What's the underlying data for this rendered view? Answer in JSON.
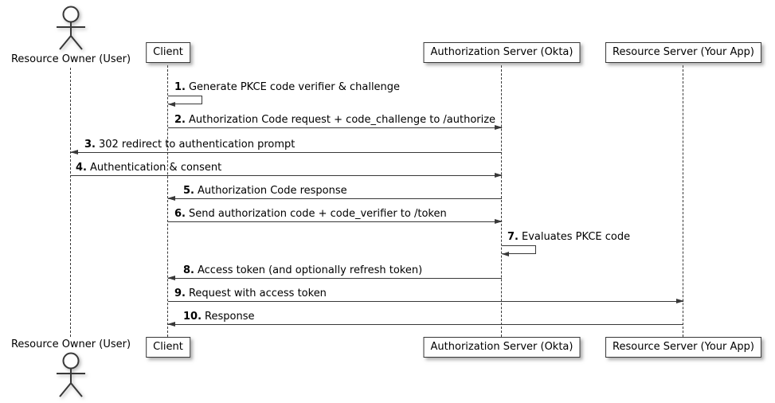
{
  "diagram": {
    "type": "sequence",
    "actor": {
      "label": "Resource Owner (User)"
    },
    "participants": [
      {
        "label": "Client"
      },
      {
        "label": "Authorization Server (Okta)"
      },
      {
        "label": "Resource Server (Your App)"
      }
    ],
    "messages": [
      {
        "num": "1.",
        "text": "Generate PKCE code verifier & challenge",
        "from": "Client",
        "to": "Client",
        "kind": "self"
      },
      {
        "num": "2.",
        "text": "Authorization Code request + code_challenge to /authorize",
        "from": "Client",
        "to": "Authorization Server (Okta)",
        "kind": "arrow"
      },
      {
        "num": "3.",
        "text": "302 redirect to authentication prompt",
        "from": "Authorization Server (Okta)",
        "to": "Resource Owner (User)",
        "kind": "arrow"
      },
      {
        "num": "4.",
        "text": "Authentication & consent",
        "from": "Resource Owner (User)",
        "to": "Authorization Server (Okta)",
        "kind": "arrow"
      },
      {
        "num": "5.",
        "text": "Authorization Code response",
        "from": "Authorization Server (Okta)",
        "to": "Client",
        "kind": "arrow"
      },
      {
        "num": "6.",
        "text": "Send authorization code + code_verifier to /token",
        "from": "Client",
        "to": "Authorization Server (Okta)",
        "kind": "arrow"
      },
      {
        "num": "7.",
        "text": "Evaluates PKCE code",
        "from": "Authorization Server (Okta)",
        "to": "Authorization Server (Okta)",
        "kind": "self"
      },
      {
        "num": "8.",
        "text": "Access token (and optionally refresh token)",
        "from": "Authorization Server (Okta)",
        "to": "Client",
        "kind": "arrow"
      },
      {
        "num": "9.",
        "text": "Request with access token",
        "from": "Client",
        "to": "Resource Server (Your App)",
        "kind": "arrow"
      },
      {
        "num": "10.",
        "text": "Response",
        "from": "Resource Server (Your App)",
        "to": "Client",
        "kind": "arrow"
      }
    ],
    "colors": {
      "line": "#383838",
      "border": "#383838",
      "fill": "#fefefe",
      "text": "#000000",
      "bg": "#ffffff"
    }
  }
}
